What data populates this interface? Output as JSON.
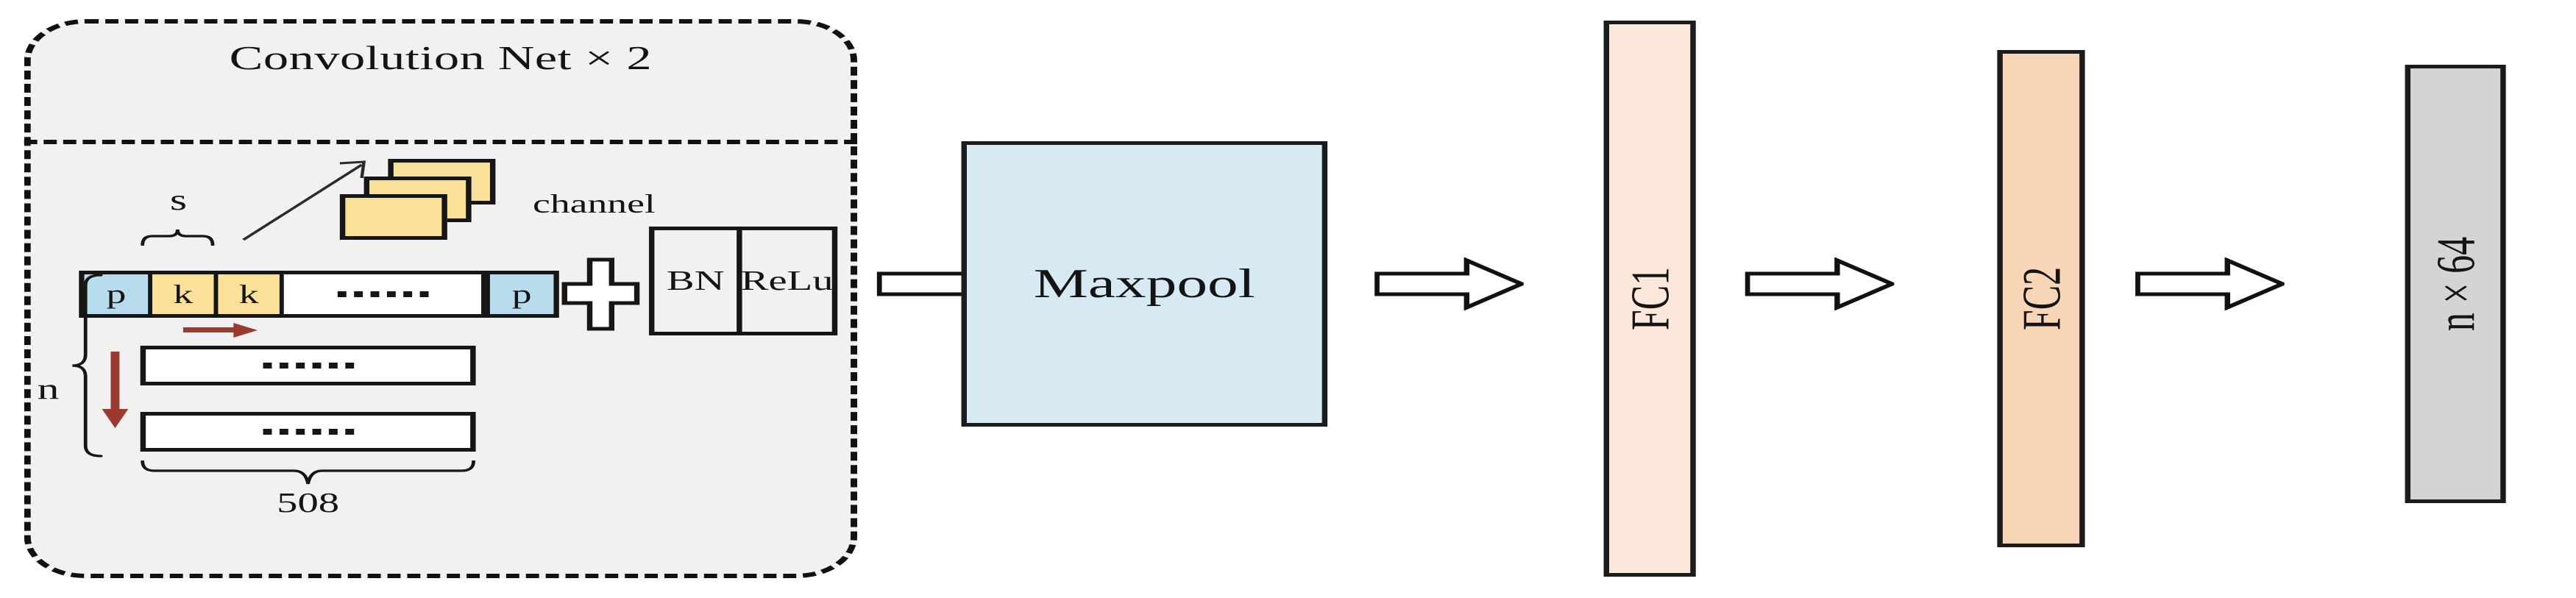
{
  "figure": {
    "type": "neural-network-architecture-diagram",
    "title": "Convolution Net x 2"
  },
  "conv_panel": {
    "title": "Convolution Net × 2",
    "stride_label": "s",
    "rows_label": "n",
    "width_label": "508",
    "channel_label": "channel",
    "row_cells": [
      {
        "label": "p",
        "kind": "padding"
      },
      {
        "label": "k",
        "kind": "kernel"
      },
      {
        "label": "k",
        "kind": "kernel"
      },
      {
        "label": "▪▪▪▪▪▪",
        "kind": "ellipsis"
      },
      {
        "label": "p",
        "kind": "padding"
      }
    ],
    "sub_rows": [
      {
        "label": "▪▪▪▪▪▪"
      },
      {
        "label": "▪▪▪▪▪▪"
      }
    ],
    "operator": "+",
    "norm_block": {
      "bn_label": "BN",
      "relu_label": "ReLu"
    }
  },
  "pipeline": {
    "blocks": [
      {
        "label": "Maxpool",
        "fill": "#d7eaf3"
      },
      {
        "label": "FC1",
        "fill": "#fbe8da"
      },
      {
        "label": "FC2",
        "fill": "#f9d5b7"
      },
      {
        "label": "n × 64",
        "fill": "#d4d4d4"
      }
    ]
  },
  "colors": {
    "panel_bg": "#f1f1f1",
    "padding_cell": "#b7dced",
    "kernel_cell": "#fbe09a",
    "channel_card": "#fbe09a",
    "maxpool": "#d7eaf3",
    "fc1": "#fbe8da",
    "fc2": "#f9d5b7",
    "output": "#d4d4d4",
    "red_arrow": "#9b3a2e",
    "stroke": "#161616"
  }
}
